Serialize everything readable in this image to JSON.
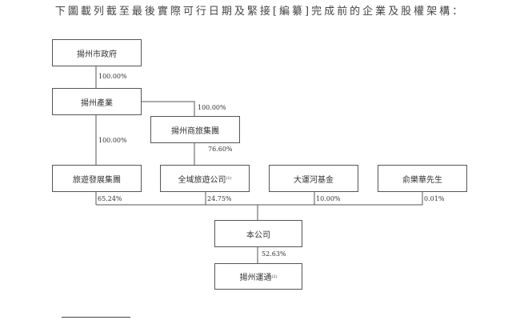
{
  "title": "下圖載列截至最後實際可行日期及緊接[編纂]完成前的企業及股權架構：",
  "entities": {
    "yangzhou_gov": "揚州市政府",
    "yangzhou_industry": "揚州產業",
    "yangzhou_shanglv": "揚州商旅集團",
    "lvyou_fazhan": "旅遊發展集團",
    "quanyu_lvyou": "全域旅遊公司",
    "quanyu_note": "(1)",
    "dayunhe": "大運河基金",
    "yu_lehua": "俞樂華先生",
    "company": "本公司",
    "yangzhou_yuntong": "揚州運通",
    "yuntong_note": "(2)"
  },
  "percentages": {
    "gov_to_industry": "100.00%",
    "industry_to_shanglv": "100.00%",
    "industry_to_fazhan": "100.00%",
    "shanglv_to_quanyu": "76.60%",
    "fazhan_to_company": "65.24%",
    "quanyu_to_company": "24.75%",
    "dayunhe_to_company": "10.00%",
    "yu_to_company": "0.01%",
    "company_to_yuntong": "52.63%"
  }
}
